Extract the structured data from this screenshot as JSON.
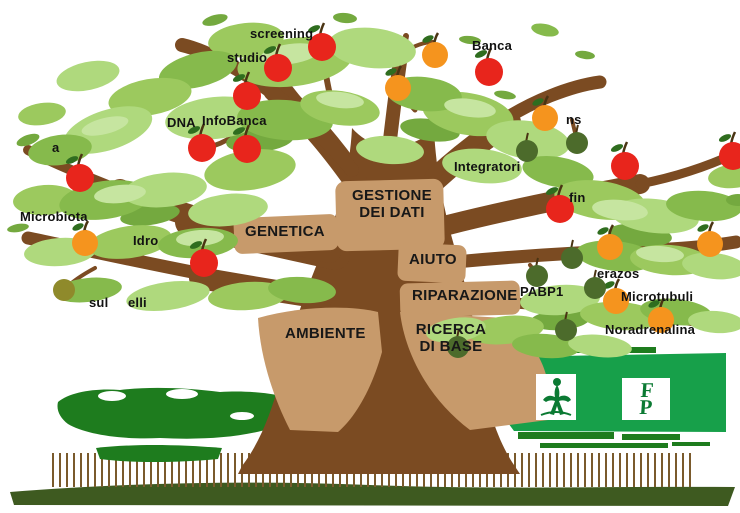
{
  "diagram_kind": "fruit-tree research diagram",
  "branches": [
    {
      "label": "GESTIONE DEI DATI"
    },
    {
      "label": "GENETICA"
    },
    {
      "label": "AIUTO"
    },
    {
      "label": "RIPARAZIONE"
    },
    {
      "label": "AMBIENTE"
    },
    {
      "label": "RICERCA DI BASE"
    }
  ],
  "fruit_labels": [
    {
      "text": "screening"
    },
    {
      "text": "studio"
    },
    {
      "text": "DNA"
    },
    {
      "text": "InfoBanca"
    },
    {
      "text": "Banca"
    },
    {
      "text": "a"
    },
    {
      "text": "Microbiota"
    },
    {
      "text": "Idro"
    },
    {
      "text": "ns"
    },
    {
      "text": "Integratori"
    },
    {
      "text": "fin"
    },
    {
      "text": "erazos"
    },
    {
      "text": "PABP1"
    },
    {
      "text": "Microtubuli"
    },
    {
      "text": "Noradrenalina"
    },
    {
      "text": "sul"
    },
    {
      "text": "elli"
    }
  ],
  "footer": {
    "fp_logo_text": "FP"
  },
  "icons": {
    "person": "person-figure-icon",
    "fp": "fp-monogram-icon"
  },
  "colors": {
    "leaf_green": "#9CC95E",
    "leaf_light": "#AFD97D",
    "leaf_pale": "#C6E5A0",
    "leaf_mid": "#86BA4C",
    "leaf_dark": "#74A93F",
    "trunk_brown": "#7B4B22",
    "patch_tan": "#C79A6B",
    "apple_red": "#E8251C",
    "orange": "#F5941E",
    "fruit_dark_green": "#4C6B2B",
    "fruit_olive": "#8F8A2B",
    "ground_green": "#3E5A20",
    "stripe_brown": "#7A5A2C",
    "banner_green": "#17A04A",
    "remnant_green": "#1E7C1E",
    "label_text": "#121212"
  }
}
